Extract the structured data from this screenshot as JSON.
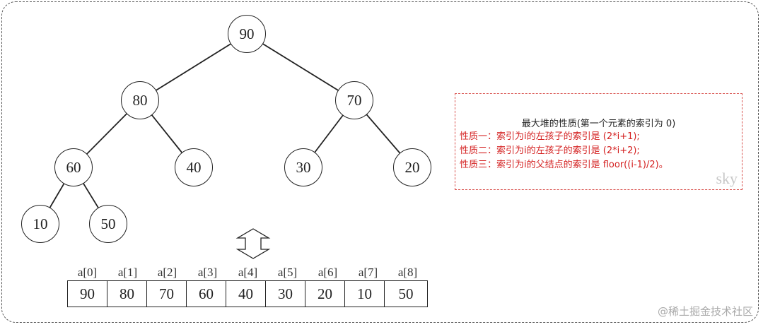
{
  "tree": {
    "nodes": [
      {
        "id": "n0",
        "value": "90"
      },
      {
        "id": "n1",
        "value": "80"
      },
      {
        "id": "n2",
        "value": "70"
      },
      {
        "id": "n3",
        "value": "60"
      },
      {
        "id": "n4",
        "value": "40"
      },
      {
        "id": "n5",
        "value": "30"
      },
      {
        "id": "n6",
        "value": "20"
      },
      {
        "id": "n7",
        "value": "10"
      },
      {
        "id": "n8",
        "value": "50"
      }
    ],
    "edges": [
      [
        "n0",
        "n1"
      ],
      [
        "n0",
        "n2"
      ],
      [
        "n1",
        "n3"
      ],
      [
        "n1",
        "n4"
      ],
      [
        "n2",
        "n5"
      ],
      [
        "n2",
        "n6"
      ],
      [
        "n3",
        "n7"
      ],
      [
        "n3",
        "n8"
      ]
    ]
  },
  "array": {
    "indices": [
      "a[0]",
      "a[1]",
      "a[2]",
      "a[3]",
      "a[4]",
      "a[5]",
      "a[6]",
      "a[7]",
      "a[8]"
    ],
    "values": [
      "90",
      "80",
      "70",
      "60",
      "40",
      "30",
      "20",
      "10",
      "50"
    ]
  },
  "info": {
    "title": "最大堆的性质(第一个元素的索引为 0)",
    "lines": [
      "性质一：索引为i的左孩子的索引是 (2*i+1);",
      "性质二：索引为i的左孩子的索引是 (2*i+2);",
      "性质三：索引为i的父结点的索引是 floor((i-1)/2)。"
    ],
    "signature": "sky"
  },
  "watermark": "@稀土掘金技术社区",
  "colors": {
    "accent": "#d42020",
    "line": "#222222"
  }
}
